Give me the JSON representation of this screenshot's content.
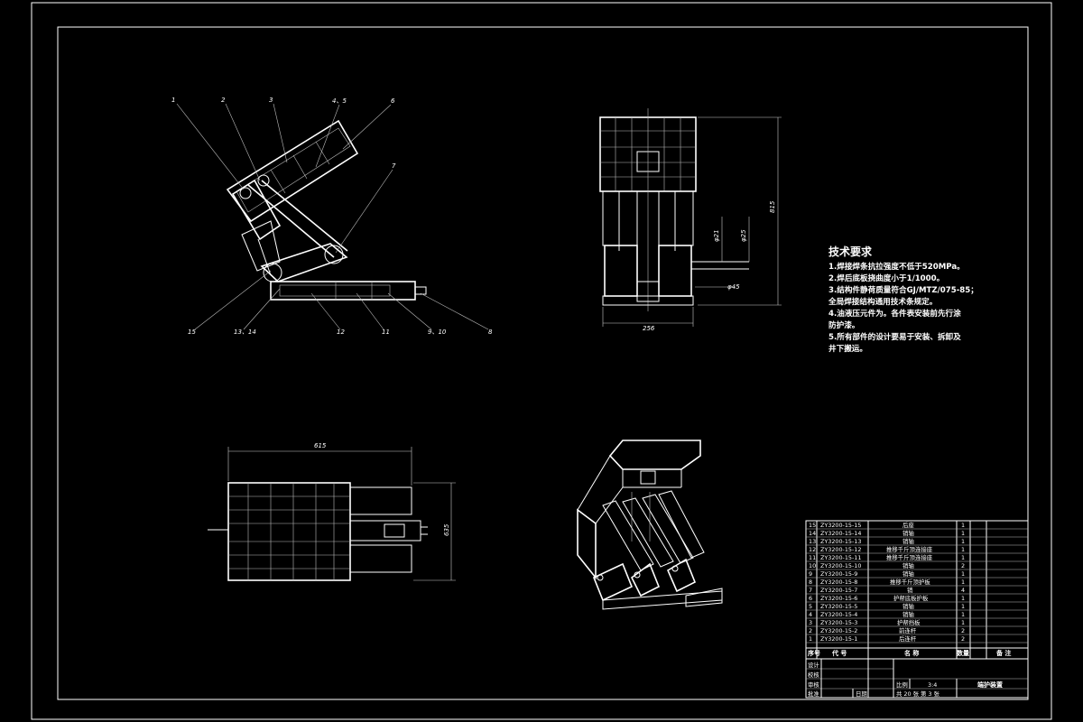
{
  "colors": {
    "background": "#000000",
    "lines": "#ffffff"
  },
  "side_view_labels": [
    "1",
    "2",
    "3",
    "4、5",
    "6",
    "7",
    "8",
    "9、10",
    "11",
    "12",
    "13、14",
    "15"
  ],
  "front_view": {
    "dim_width": "256",
    "dim_height": "815",
    "dim_d1": "φ21",
    "dim_d2": "φ25",
    "dim_d3": "φ45"
  },
  "top_view": {
    "dim_length": "615",
    "dim_height": "635"
  },
  "technical_requirements": {
    "title": "技术要求",
    "lines": [
      "1.焊接焊条抗拉强度不低于520MPa。",
      "2.焊后底板挠曲度小于1/1000。",
      "3.结构件静荷质量符合GJ/MTZ/075-85；",
      "  全局焊接结构通用技术条规定。",
      "4.油液压元件为。各件表安装前先行涂",
      "防护漆。",
      "5.所有部件的设计要易于安装、拆卸及",
      "井下搬运。"
    ]
  },
  "bom": {
    "rows": [
      {
        "no": "15",
        "code": "ZY3200-15-15",
        "name": "后座",
        "qty": "1",
        "note": ""
      },
      {
        "no": "14",
        "code": "ZY3200-15-14",
        "name": "销轴",
        "qty": "1",
        "note": ""
      },
      {
        "no": "13",
        "code": "ZY3200-15-13",
        "name": "销轴",
        "qty": "1",
        "note": ""
      },
      {
        "no": "12",
        "code": "ZY3200-15-12",
        "name": "推移千斤顶连接座",
        "qty": "1",
        "note": ""
      },
      {
        "no": "11",
        "code": "ZY3200-15-11",
        "name": "推移千斤顶连接座",
        "qty": "1",
        "note": ""
      },
      {
        "no": "10",
        "code": "ZY3200-15-10",
        "name": "销轴",
        "qty": "2",
        "note": ""
      },
      {
        "no": "9",
        "code": "ZY3200-15-9",
        "name": "销轴",
        "qty": "1",
        "note": ""
      },
      {
        "no": "8",
        "code": "ZY3200-15-8",
        "name": "推移千斤顶护板",
        "qty": "1",
        "note": ""
      },
      {
        "no": "7",
        "code": "ZY3200-15-7",
        "name": "销",
        "qty": "4",
        "note": ""
      },
      {
        "no": "6",
        "code": "ZY3200-15-6",
        "name": "护帮底板护板",
        "qty": "1",
        "note": ""
      },
      {
        "no": "5",
        "code": "ZY3200-15-5",
        "name": "销轴",
        "qty": "1",
        "note": ""
      },
      {
        "no": "4",
        "code": "ZY3200-15-4",
        "name": "销轴",
        "qty": "1",
        "note": ""
      },
      {
        "no": "3",
        "code": "ZY3200-15-3",
        "name": "护帮挡板",
        "qty": "1",
        "note": ""
      },
      {
        "no": "2",
        "code": "ZY3200-15-2",
        "name": "前连杆",
        "qty": "2",
        "note": ""
      },
      {
        "no": "1",
        "code": "ZY3200-15-1",
        "name": "后连杆",
        "qty": "2",
        "note": ""
      }
    ],
    "header": {
      "no": "序号",
      "code": "代 号",
      "name": "名 称",
      "qty": "数量",
      "note": "备 注"
    }
  },
  "title_block": {
    "role_labels": [
      "设计",
      "校核",
      "审核",
      "批准"
    ],
    "extra_label": "日期",
    "scale_label": "比例",
    "scale_value": "3:4",
    "drawing_name": "端护装置",
    "sheet_info": "共 20 张  第 3 张"
  }
}
